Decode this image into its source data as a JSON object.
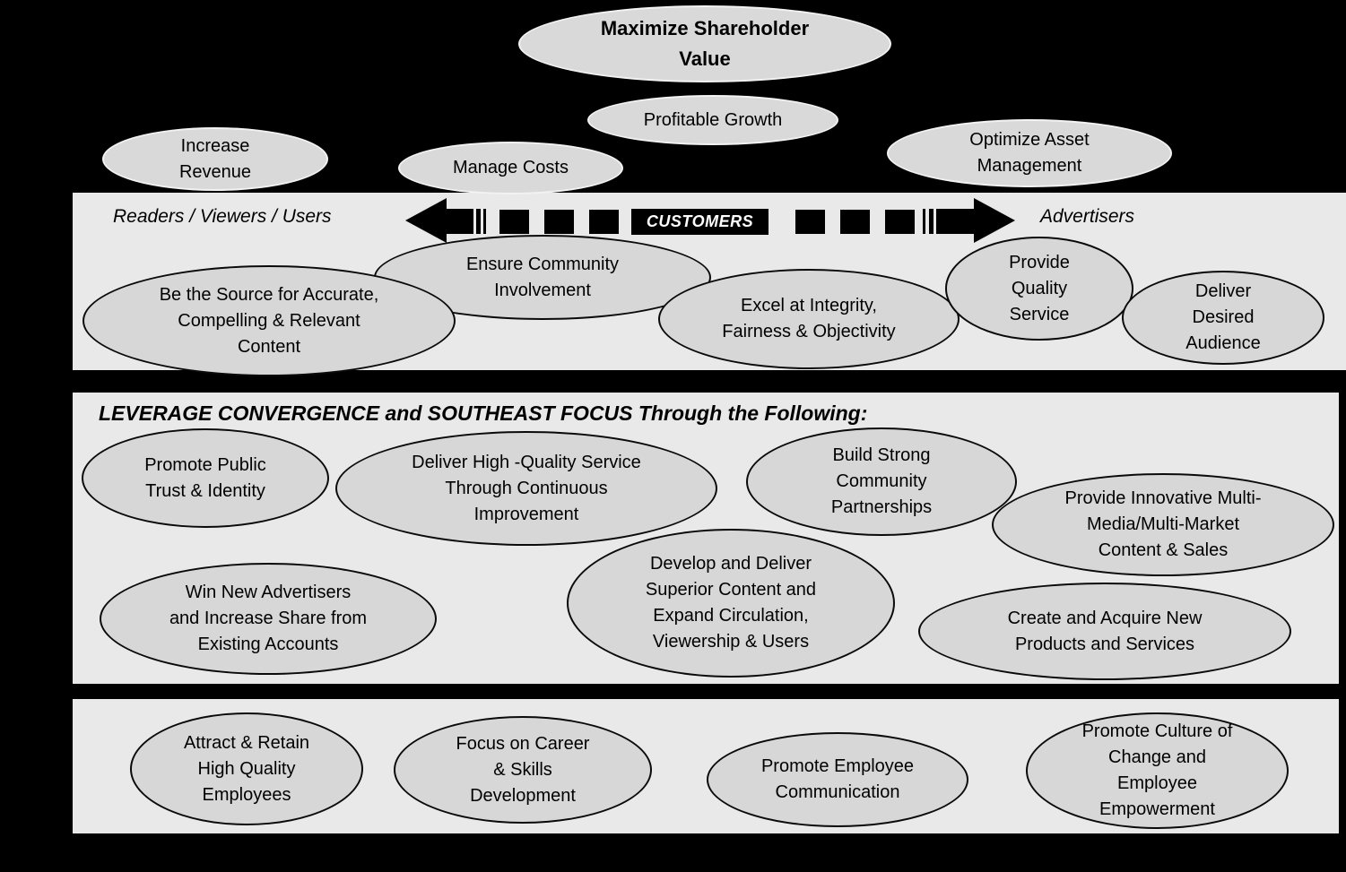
{
  "colors": {
    "background": "#000000",
    "band_bg": "#e9e9e9",
    "node_fill": "#d7d7d7",
    "top_node_fill": "#d9d9d9",
    "arrow_color": "#000000",
    "customers_text_color": "#ffffff"
  },
  "top": {
    "nodes": [
      {
        "label": "Maximize Shareholder\nValue"
      },
      {
        "label": "Profitable Growth"
      },
      {
        "label": "Increase\nRevenue"
      },
      {
        "label": "Manage Costs"
      },
      {
        "label": "Optimize Asset\nManagement"
      }
    ]
  },
  "customer_band": {
    "left_label": "Readers / Viewers / Users",
    "arrow_label": "CUSTOMERS",
    "right_label": "Advertisers",
    "nodes": [
      {
        "label": "Ensure Community\nInvolvement"
      },
      {
        "label": "Be the Source for Accurate,\nCompelling & Relevant\nContent"
      },
      {
        "label": "Excel at Integrity,\nFairness & Objectivity"
      },
      {
        "label": "Provide\nQuality\nService"
      },
      {
        "label": "Deliver\nDesired\nAudience"
      }
    ]
  },
  "strategy_band": {
    "heading": "LEVERAGE CONVERGENCE and SOUTHEAST FOCUS Through the Following:",
    "nodes": [
      {
        "label": "Promote Public\nTrust & Identity"
      },
      {
        "label": "Deliver High -Quality Service\nThrough Continuous\nImprovement"
      },
      {
        "label": "Build Strong\nCommunity\nPartnerships"
      },
      {
        "label": "Provide Innovative Multi-\nMedia/Multi-Market\nContent & Sales"
      },
      {
        "label": "Win New Advertisers\nand Increase Share from\nExisting Accounts"
      },
      {
        "label": "Develop and Deliver\nSuperior Content and\nExpand Circulation,\nViewership & Users"
      },
      {
        "label": "Create and Acquire New\nProducts and Services"
      }
    ]
  },
  "people_band": {
    "nodes": [
      {
        "label": "Attract & Retain\nHigh Quality\nEmployees"
      },
      {
        "label": "Focus on Career\n& Skills\nDevelopment"
      },
      {
        "label": "Promote Employee\nCommunication"
      },
      {
        "label": "Promote Culture of\nChange and\nEmployee\nEmpowerment"
      }
    ]
  }
}
